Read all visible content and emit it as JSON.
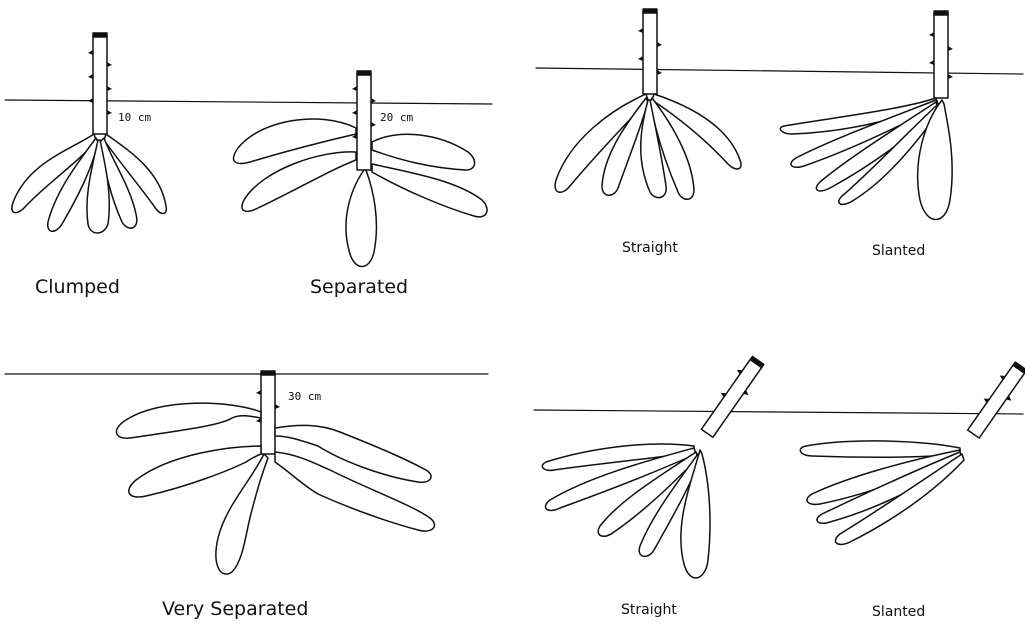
{
  "panels": {
    "clumped": {
      "caption": "Clumped",
      "distance": "10 cm"
    },
    "separated": {
      "caption": "Separated",
      "distance": "20 cm"
    },
    "very_separated": {
      "caption": "Very Separated",
      "distance": "30 cm"
    },
    "upright_straight": {
      "caption": "Straight"
    },
    "upright_slanted": {
      "caption": "Slanted"
    },
    "tilted_straight": {
      "caption": "Straight"
    },
    "tilted_slanted": {
      "caption": "Slanted"
    }
  }
}
